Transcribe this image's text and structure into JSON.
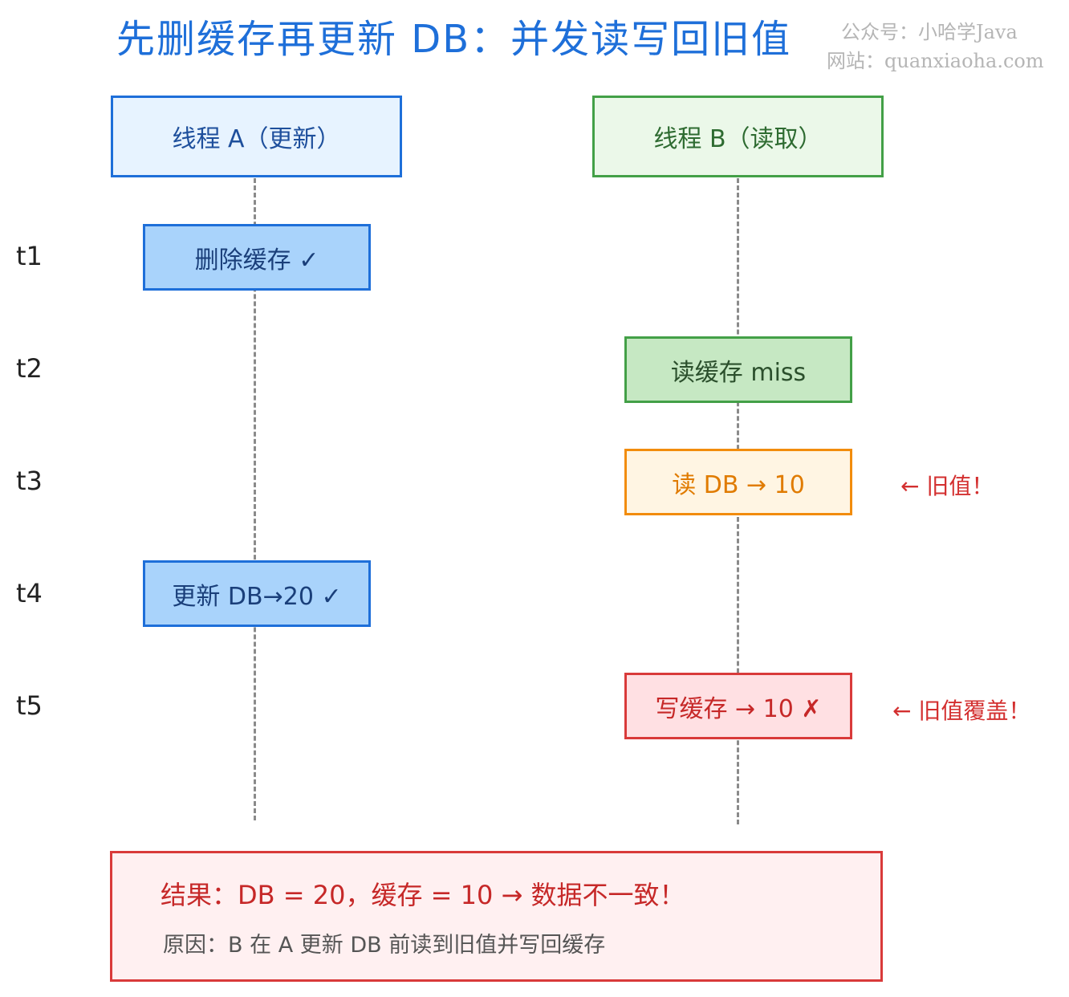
{
  "title": "先删缓存再更新 DB：并发读写回旧值",
  "watermark": {
    "line1": "公众号：小哈学Java",
    "line2": "网站：quanxiaoha.com"
  },
  "lanes": {
    "a": "线程 A（更新）",
    "b": "线程 B（读取）"
  },
  "times": [
    "t1",
    "t2",
    "t3",
    "t4",
    "t5"
  ],
  "steps": {
    "a_t1": "删除缓存 ✓",
    "b_t2": "读缓存 miss",
    "b_t3": "读 DB → 10",
    "a_t4": "更新 DB→20 ✓",
    "b_t5": "写缓存 → 10 ✗"
  },
  "notes": {
    "t3": "← 旧值！",
    "t5": "← 旧值覆盖！"
  },
  "result": {
    "main": "结果：DB = 20，缓存 = 10 → 数据不一致！",
    "sub": "原因：B 在 A 更新 DB 前读到旧值并写回缓存"
  },
  "colors": {
    "thread_a": "#1e6fd9",
    "thread_b": "#43a047",
    "warning": "#f28c0c",
    "error": "#d93a3a"
  }
}
